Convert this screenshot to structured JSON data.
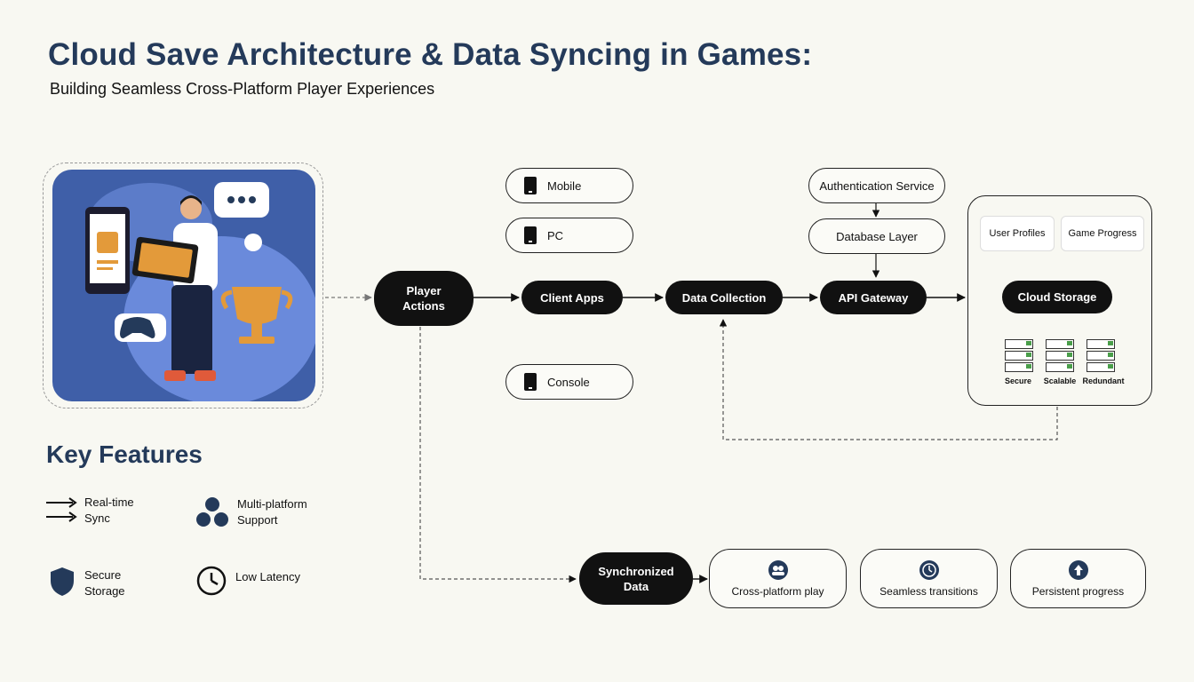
{
  "header": {
    "title": "Cloud Save Architecture & Data Syncing in Games:",
    "subtitle": "Building Seamless Cross-Platform Player Experiences"
  },
  "flow": {
    "player_actions": "Player\nActions",
    "client_apps": "Client Apps",
    "data_collection": "Data Collection",
    "api_gateway": "API Gateway",
    "cloud_storage": "Cloud Storage",
    "synchronized_data": "Synchronized\nData"
  },
  "devices": {
    "mobile": "Mobile",
    "pc": "PC",
    "console": "Console"
  },
  "services": {
    "authentication": "Authentication Service",
    "database": "Database Layer"
  },
  "storage": {
    "user_profiles": "User Profiles",
    "game_progress": "Game Progress",
    "servers": [
      "Secure",
      "Scalable",
      "Redundant"
    ]
  },
  "outcomes": [
    {
      "label": "Cross-platform play",
      "icon": "users-icon"
    },
    {
      "label": "Seamless transitions",
      "icon": "clock-icon"
    },
    {
      "label": "Persistent progress",
      "icon": "up-arrow-icon"
    }
  ],
  "features": {
    "title": "Key Features",
    "items": [
      {
        "label": "Real-time\nSync",
        "icon": "sync-arrows-icon"
      },
      {
        "label": "Multi-platform\nSupport",
        "icon": "three-circles-icon"
      },
      {
        "label": "Secure\nStorage",
        "icon": "shield-icon"
      },
      {
        "label": "Low Latency",
        "icon": "clock-icon"
      }
    ]
  },
  "colors": {
    "title": "#243a5a",
    "accent_blue": "#3f5fa8",
    "pill_dark": "#111111",
    "trophy": "#e39a3a",
    "server_led": "#4a9e4a"
  }
}
